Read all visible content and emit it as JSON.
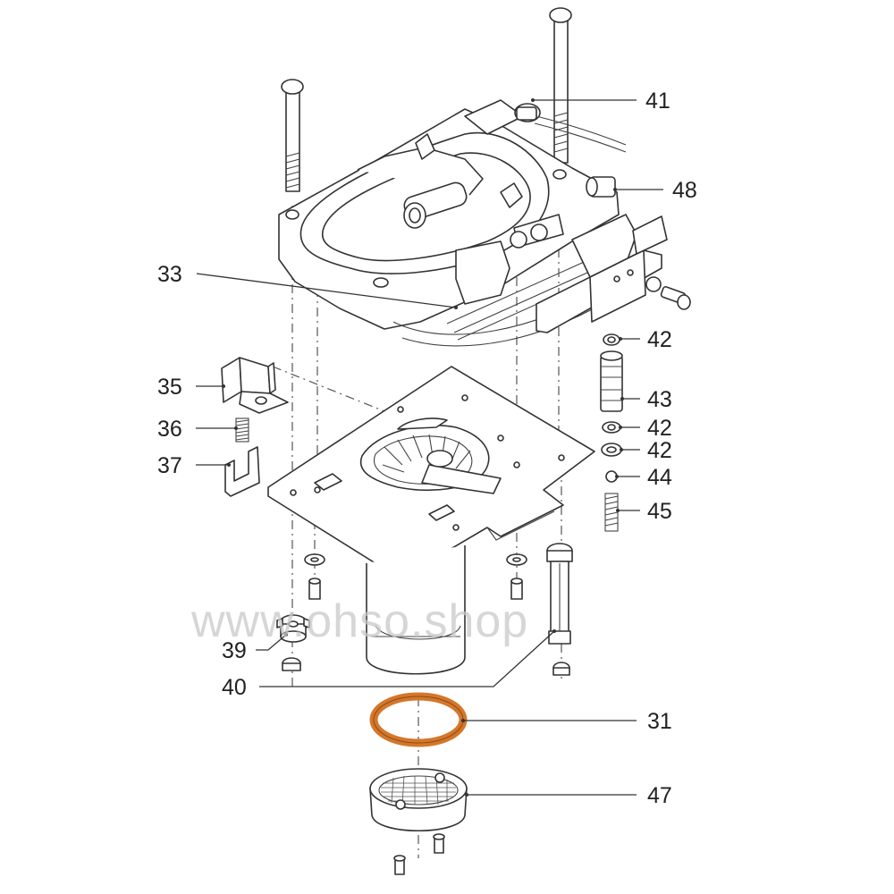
{
  "watermark": "www.ohso.shop",
  "callouts": {
    "c31": "31",
    "c33": "33",
    "c35": "35",
    "c36": "36",
    "c37": "37",
    "c39": "39",
    "c40": "40",
    "c41": "41",
    "c42a": "42",
    "c42b": "42",
    "c42c": "42",
    "c43": "43",
    "c44": "44",
    "c45": "45",
    "c47": "47",
    "c48": "48"
  },
  "colors": {
    "line": "#333333",
    "oring": "#d4772a",
    "watermark": "#c8c8c8"
  }
}
